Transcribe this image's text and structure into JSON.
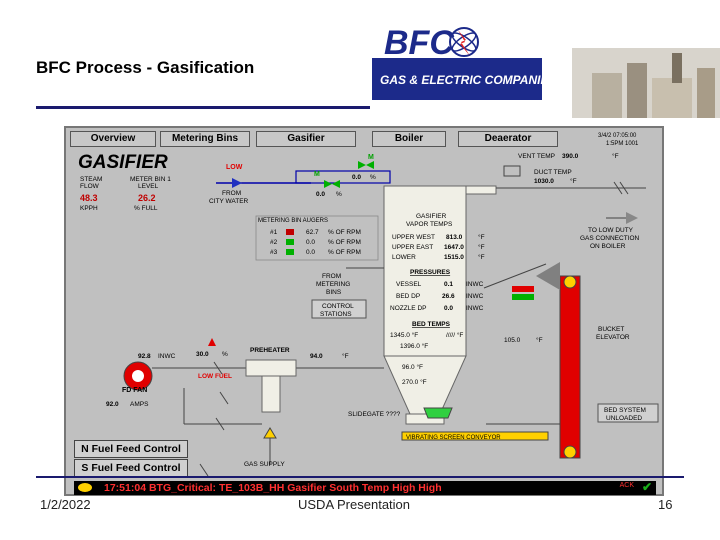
{
  "slide": {
    "title": "BFC Process - Gasification",
    "date": "1/2/2022",
    "center_text": "USDA Presentation",
    "page_number": "16"
  },
  "logo": {
    "brand": "BFC",
    "tagline": "GAS & ELECTRIC COMPANIES",
    "brand_color": "#1c2a8a"
  },
  "hmi": {
    "tabs": [
      "Overview",
      "Metering Bins",
      "Gasifier",
      "Boiler",
      "Deaerator"
    ],
    "timestamp": [
      "3/4/2 07:05:00",
      "1:5PM 1001"
    ],
    "screen_title": "GASIFIER",
    "steam_flow_label": [
      "STEAM",
      "FLOW"
    ],
    "steam_flow_value": "48.3",
    "steam_flow_unit": "KPPH",
    "meter_bin_label": [
      "METER BIN 1",
      "LEVEL"
    ],
    "meter_bin_value": "26.2",
    "meter_bin_unit": "% FULL",
    "low_label": "LOW",
    "low_fuel_label": "LOW FUEL",
    "from_city_water": [
      "FROM",
      "CITY WATER"
    ],
    "valve_m": "M",
    "valve_1_value": "0.0",
    "valve_1_unit": "%",
    "valve_2_value": "0.0",
    "valve_2_unit": "%",
    "vent_temp_label": "VENT TEMP",
    "vent_temp_value": "390.0",
    "vent_temp_unit": "°F",
    "duct_temp_label": "DUCT TEMP",
    "duct_temp_value": "1030.0",
    "duct_temp_unit": "°F",
    "metering_bin_title": "METERING BIN AUGERS",
    "augers": [
      {
        "id": "#1",
        "value": "62.7",
        "unit": "% OF RPM",
        "status": "off"
      },
      {
        "id": "#2",
        "value": "0.0",
        "unit": "% OF RPM",
        "status": "on"
      },
      {
        "id": "#3",
        "value": "0.0",
        "unit": "% OF RPM",
        "status": "on"
      }
    ],
    "from_metering_bins": [
      "FROM",
      "METERING",
      "BINS"
    ],
    "control_stations": [
      "CONTROL",
      "STATIONS"
    ],
    "vapor_title": [
      "GASIFIER",
      "VAPOR TEMPS"
    ],
    "vapor_temps": [
      {
        "label": "UPPER WEST",
        "value": "813.0",
        "unit": "°F"
      },
      {
        "label": "UPPER EAST",
        "value": "1647.0",
        "unit": "°F"
      },
      {
        "label": "LOWER",
        "value": "1515.0",
        "unit": "°F"
      }
    ],
    "pressures_title": "PRESSURES",
    "pressures": [
      {
        "label": "VESSEL",
        "value": "0.1",
        "unit": "INWC"
      },
      {
        "label": "BED DP",
        "value": "26.6",
        "unit": "INWC"
      },
      {
        "label": "NOZZLE DP",
        "value": "0.0",
        "unit": "INWC"
      }
    ],
    "bed_temps_title": "BED TEMPS",
    "bed_temps": [
      "1345.0 °F",
      "///// °F",
      "1396.0 °F",
      "96.0 °F",
      "270.0 °F"
    ],
    "bed_temp_right": "105.0",
    "bed_temp_right_unit": "°F",
    "to_low_duct": [
      "TO LOW DUTY",
      "GAS CONNECTION",
      "ON BOILER"
    ],
    "bucket_elevator": [
      "BUCKET",
      "ELEVATOR"
    ],
    "fd_fan_label": "FD FAN",
    "fd_fan_amps": "92.0",
    "fd_fan_amps_unit": "AMPS",
    "fd_fan_pressure": "92.8",
    "fd_fan_pressure_unit": "INWC",
    "fan_pct": "30.0",
    "fan_pct_unit": "%",
    "preheater_label": "PREHEATER",
    "preheater_temp": "94.0",
    "preheater_unit": "°F",
    "slide_gate": "SLIDEGATE ????",
    "vib_conveyor": "VIBRATING SCREEN CONVEYOR",
    "bed_system": [
      "BED SYSTEM",
      "UNLOADED"
    ],
    "gas_supply": "GAS SUPPLY",
    "n_fuel_btn": "N Fuel Feed Control",
    "s_fuel_btn": "S Fuel Feed Control",
    "alarm_text": "17:51:04 BTG_Critical: TE_103B_HH Gasifier South Temp High High",
    "ack_text": "ACK"
  }
}
